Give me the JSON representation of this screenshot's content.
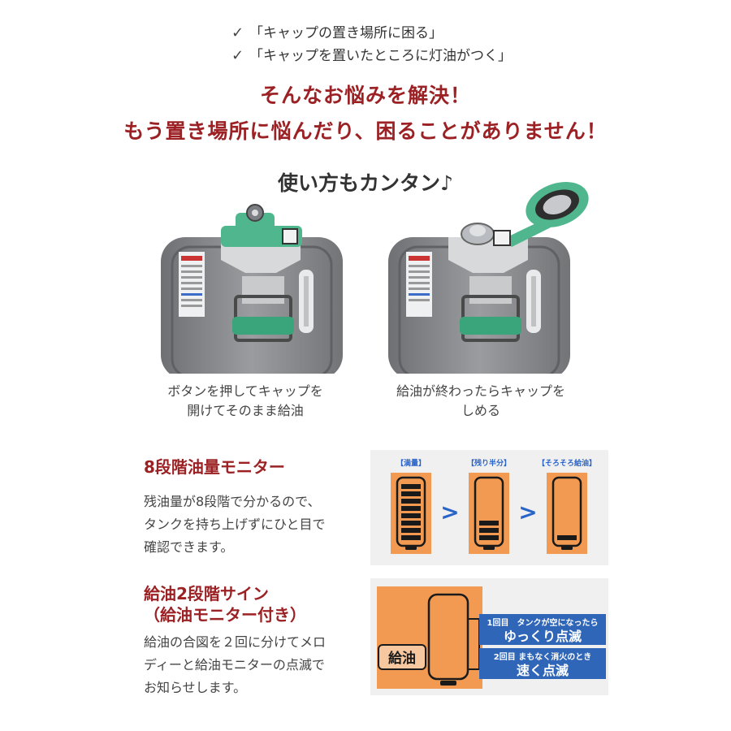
{
  "checks": [
    "「キャップの置き場所に困る」",
    "「キャップを置いたところに灯油がつく」"
  ],
  "headline": [
    "そんなお悩みを解決！",
    "もう置き場所に悩んだり、困ることがありません！"
  ],
  "howto_title": "使い方もカンタン♪",
  "steps": [
    {
      "caption_lines": [
        "ボタンを押してキャップを",
        "開けてそのまま給油"
      ]
    },
    {
      "caption_lines": [
        "給油が終わったらキャップを",
        "しめる"
      ]
    }
  ],
  "features": [
    {
      "title_lines": [
        "8段階油量モニター"
      ],
      "body_lines": [
        "残油量が8段階で分かるので、",
        "タンクを持ち上げずにひと目で",
        "確認できます。"
      ]
    },
    {
      "title_lines": [
        "給油2段階サイン",
        "（給油モニター付き）"
      ],
      "body_lines": [
        "給油の合図を２回に分けてメロ",
        "ディーと給油モニターの点滅で",
        "お知らせします。"
      ]
    }
  ],
  "monitor": {
    "labels": [
      "【満量】",
      "【残り半分】",
      "【そろそろ給油】"
    ],
    "levels": [
      8,
      3,
      1
    ],
    "max_levels": 8,
    "arrow": ">",
    "colors": {
      "panel": "#f0f0f0",
      "tank": "#f29a52",
      "bar": "#1a1a1a",
      "label": "#2a64c8",
      "arrow": "#2a64c8"
    }
  },
  "signal": {
    "badge": "給油",
    "rows": [
      {
        "small": "1回目　タンクが空になったら",
        "big": "ゆっくり点滅"
      },
      {
        "small": "2回目 まもなく消火のとき",
        "big": "速く点滅"
      }
    ],
    "colors": {
      "panel": "#f0f0f0",
      "tank": "#f29a52",
      "box": "#2f66b8"
    }
  },
  "tank_colors": {
    "body": "#888a8d",
    "handle": "#3aa57a",
    "cap": "#4fb68e"
  }
}
